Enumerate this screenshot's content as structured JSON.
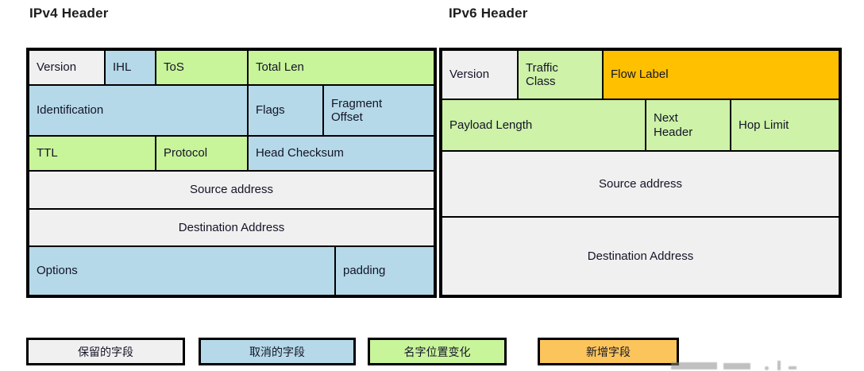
{
  "titles": {
    "ipv4": "IPv4 Header",
    "ipv6": "IPv6 Header"
  },
  "colors": {
    "kept": "#f0f0f0",
    "removed": "#b5d9e8",
    "changed_v4": "#c8f49a",
    "changed_v6": "#cdf2a8",
    "new": "#ffc000",
    "legend_new": "#fbc55c",
    "border": "#000000"
  },
  "ipv4_header": {
    "rows": [
      {
        "cells": [
          {
            "label": "Version",
            "color": "kept"
          },
          {
            "label": "IHL",
            "color": "removed"
          },
          {
            "label": "ToS",
            "color": "changed_v4"
          },
          {
            "label": "Total Len",
            "color": "changed_v4"
          }
        ]
      },
      {
        "cells": [
          {
            "label": "Identification",
            "color": "removed"
          },
          {
            "label": "Flags",
            "color": "removed"
          },
          {
            "label": "Fragment Offset",
            "color": "removed"
          }
        ]
      },
      {
        "cells": [
          {
            "label": "TTL",
            "color": "changed_v4"
          },
          {
            "label": "Protocol",
            "color": "changed_v4"
          },
          {
            "label": "Head Checksum",
            "color": "removed"
          }
        ]
      },
      {
        "cells": [
          {
            "label": "Source address",
            "color": "kept"
          }
        ]
      },
      {
        "cells": [
          {
            "label": "Destination Address",
            "color": "kept"
          }
        ]
      },
      {
        "cells": [
          {
            "label": "Options",
            "color": "removed"
          },
          {
            "label": "padding",
            "color": "removed"
          }
        ]
      }
    ]
  },
  "ipv6_header": {
    "rows": [
      {
        "cells": [
          {
            "label": "Version",
            "color": "kept"
          },
          {
            "label": "Traffic Class",
            "color": "changed_v6"
          },
          {
            "label": "Flow Label",
            "color": "new"
          }
        ]
      },
      {
        "cells": [
          {
            "label": "Payload Length",
            "color": "changed_v6"
          },
          {
            "label": "Next Header",
            "color": "changed_v6"
          },
          {
            "label": "Hop Limit",
            "color": "changed_v6"
          }
        ]
      },
      {
        "cells": [
          {
            "label": "Source address",
            "color": "kept"
          }
        ]
      },
      {
        "cells": [
          {
            "label": "Destination Address",
            "color": "kept"
          }
        ]
      }
    ]
  },
  "legend": {
    "items": [
      {
        "label": "保留的字段",
        "color": "kept"
      },
      {
        "label": "取消的字段",
        "color": "removed"
      },
      {
        "label": "名字位置变化",
        "color": "changed_v4"
      },
      {
        "label": "新增字段",
        "color": "legend_new"
      }
    ]
  }
}
